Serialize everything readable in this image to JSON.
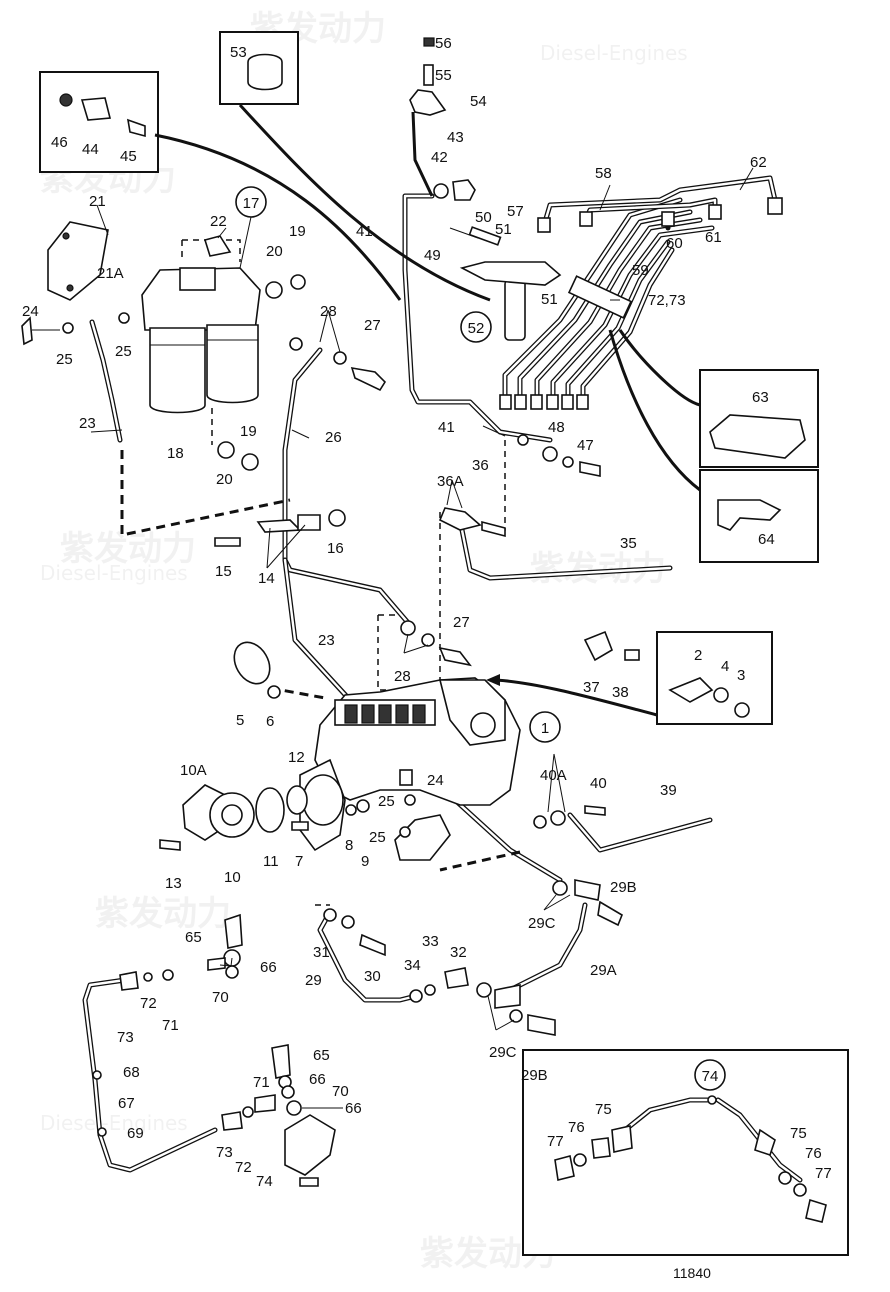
{
  "drawing": {
    "number": "11840",
    "watermark_text": "紫发动力",
    "watermark_subtext": "Diesel-Engines"
  },
  "labels": {
    "l1": "1",
    "l2": "2",
    "l3": "3",
    "l4": "4",
    "l5": "5",
    "l6": "6",
    "l7": "7",
    "l8": "8",
    "l9": "9",
    "l10": "10",
    "l10A": "10A",
    "l11": "11",
    "l12": "12",
    "l13": "13",
    "l14": "14",
    "l15": "15",
    "l16": "16",
    "l17": "17",
    "l18": "18",
    "l19a": "19",
    "l19b": "19",
    "l20a": "20",
    "l20b": "20",
    "l21": "21",
    "l21A": "21A",
    "l22": "22",
    "l23a": "23",
    "l23b": "23",
    "l24a": "24",
    "l24b": "24",
    "l25a": "25",
    "l25b": "25",
    "l25c": "25",
    "l25d": "25",
    "l26": "26",
    "l27a": "27",
    "l27b": "27",
    "l28a": "28",
    "l28b": "28",
    "l29": "29",
    "l29A": "29A",
    "l29Ba": "29B",
    "l29Bb": "29B",
    "l29Ca": "29C",
    "l29Cb": "29C",
    "l30": "30",
    "l31": "31",
    "l32": "32",
    "l33": "33",
    "l34": "34",
    "l35": "35",
    "l36": "36",
    "l36A": "36A",
    "l37": "37",
    "l38": "38",
    "l39": "39",
    "l40": "40",
    "l40A": "40A",
    "l41a": "41",
    "l41b": "41",
    "l42": "42",
    "l43": "43",
    "l44": "44",
    "l45": "45",
    "l46": "46",
    "l47": "47",
    "l48": "48",
    "l49": "49",
    "l50": "50",
    "l51a": "51",
    "l51b": "51",
    "l52": "52",
    "l53": "53",
    "l54": "54",
    "l55": "55",
    "l56": "56",
    "l57": "57",
    "l58": "58",
    "l59": "59",
    "l60": "60",
    "l61": "61",
    "l62": "62",
    "l63": "63",
    "l64": "64",
    "l65a": "65",
    "l65b": "65",
    "l66a": "66",
    "l66b": "66",
    "l66c": "66",
    "l67": "67",
    "l68": "68",
    "l69": "69",
    "l70a": "70",
    "l70b": "70",
    "l71a": "71",
    "l71b": "71",
    "l72a": "72",
    "l72b": "72",
    "l7273": "72,73",
    "l73a": "73",
    "l73b": "73",
    "l74a": "74",
    "l74b": "74",
    "l75a": "75",
    "l75b": "75",
    "l76a": "76",
    "l76b": "76",
    "l77a": "77",
    "l77b": "77"
  },
  "colors": {
    "line": "#111111",
    "background": "#ffffff"
  }
}
